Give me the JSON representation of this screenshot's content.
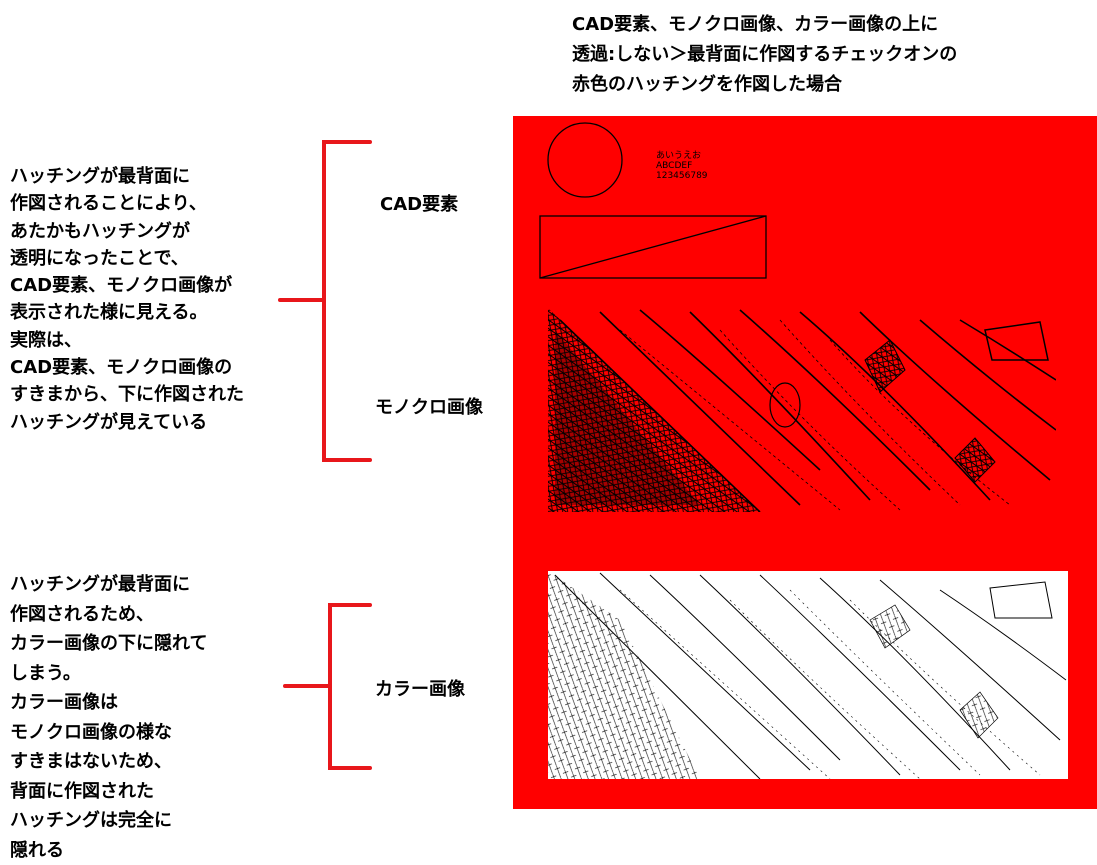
{
  "title": "CAD要素、モノクロ画像、カラー画像の上に\n透過:しない＞最背面に作図するチェックオンの\n赤色のハッチングを作図した場合",
  "left_top_note": "ハッチングが最背面に\n作図されることにより、\nあたかもハッチングが\n透明になったことで、\nCAD要素、モノクロ画像が\n表示された様に見える。\n実際は、\nCAD要素、モノクロ画像の\nすきまから、下に作図された\nハッチングが見えている",
  "left_bottom_note": "ハッチングが最背面に\n作図されるため、\nカラー画像の下に隠れて\nしまう。\nカラー画像は\nモノクロ画像の様な\nすきまはないため、\n背面に作図された\nハッチングは完全に\n隠れる",
  "labels": {
    "cad": "CAD要素",
    "mono": "モノクロ画像",
    "color": "カラー画像"
  },
  "cad_sample_text": "あいうえお\nABCDEF\n123456789",
  "colors": {
    "hatch_red": "#ff0000",
    "bracket_red": "#e8171b",
    "ink": "#000000",
    "image_bg": "#ffffff"
  }
}
